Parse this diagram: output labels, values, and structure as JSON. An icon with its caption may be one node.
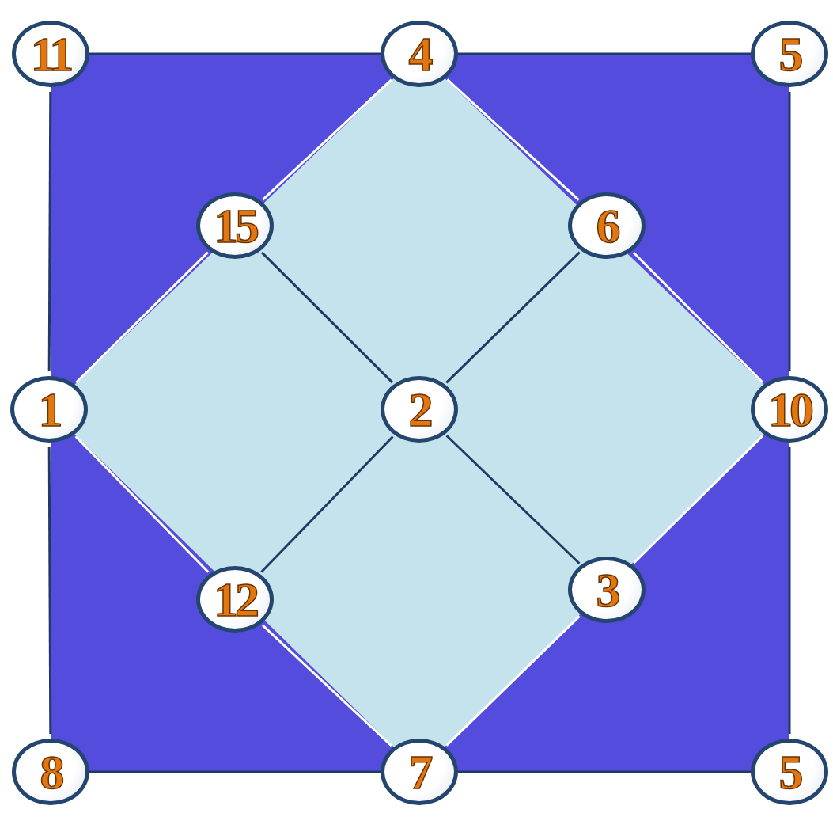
{
  "diagram": {
    "nodes": [
      {
        "text": [
          "11"
        ]
      },
      {
        "text": [
          "4"
        ]
      },
      {
        "text": [
          "5"
        ]
      },
      {
        "text": [
          "15"
        ]
      },
      {
        "text": [
          "6"
        ]
      },
      {
        "text": [
          "1"
        ]
      },
      {
        "text": [
          "2"
        ]
      },
      {
        "text": [
          "10"
        ]
      },
      {
        "text": [
          "12"
        ]
      },
      {
        "text": [
          "3"
        ]
      },
      {
        "text": [
          "8"
        ]
      },
      {
        "text": [
          "7"
        ]
      },
      {
        "text": [
          "5"
        ]
      }
    ],
    "edges": [
      {
        "from": 0,
        "to": 1,
        "arrow": "none"
      },
      {
        "from": 1,
        "to": 2,
        "arrow": "none"
      },
      {
        "from": 2,
        "to": 7,
        "arrow": "none"
      },
      {
        "from": 7,
        "to": 12,
        "arrow": "none"
      },
      {
        "from": 12,
        "to": 11,
        "arrow": "none"
      },
      {
        "from": 11,
        "to": 10,
        "arrow": "none"
      },
      {
        "from": 10,
        "to": 5,
        "arrow": "none"
      },
      {
        "from": 5,
        "to": 0,
        "arrow": "none"
      },
      {
        "from": 1,
        "to": 3,
        "arrow": "none",
        "color": "#ffffff"
      },
      {
        "from": 3,
        "to": 5,
        "arrow": "none",
        "color": "#ffffff"
      },
      {
        "from": 5,
        "to": 8,
        "arrow": "none",
        "color": "#ffffff"
      },
      {
        "from": 8,
        "to": 11,
        "arrow": "none",
        "color": "#ffffff"
      },
      {
        "from": 11,
        "to": 9,
        "arrow": "none",
        "color": "#ffffff"
      },
      {
        "from": 9,
        "to": 7,
        "arrow": "none",
        "color": "#ffffff"
      },
      {
        "from": 7,
        "to": 4,
        "arrow": "none",
        "color": "#ffffff"
      },
      {
        "from": 4,
        "to": 1,
        "arrow": "none",
        "color": "#ffffff"
      },
      {
        "from": 3,
        "to": 6,
        "arrow": "none"
      },
      {
        "from": 4,
        "to": 6,
        "arrow": "none"
      },
      {
        "from": 6,
        "to": 8,
        "arrow": "none"
      },
      {
        "from": 6,
        "to": 9,
        "arrow": "none"
      }
    ]
  }
}
